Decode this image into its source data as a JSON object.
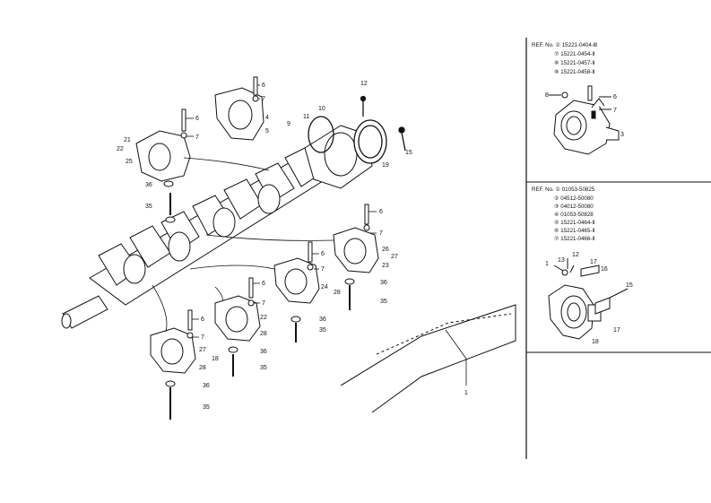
{
  "ref_box_top": {
    "lines": [
      "REF. No. ① 15221-0404-Ⅲ",
      "⑦ 15221-0454-Ⅱ",
      "⑧ 15221-0457-Ⅱ",
      "⑨ 15221-0458-Ⅱ"
    ]
  },
  "ref_box_bottom": {
    "lines": [
      "REF. No. ① 01053-50825",
      "② 04512-50080",
      "③ 04012-50080",
      "④ 01053-50828",
      "⑤ 15221-0464-Ⅱ",
      "⑥ 15221-0465-Ⅱ",
      "⑦ 15221-0466-Ⅱ"
    ]
  },
  "callouts": {
    "c6": "6",
    "c7": "7",
    "c8": "8",
    "c9": "9",
    "c10": "10",
    "c11": "11",
    "c12": "12",
    "c13": "13",
    "c15": "15",
    "c16": "16",
    "c17": "17",
    "c18": "18",
    "c19": "19",
    "c35": "35",
    "c36": "36",
    "c1": "1",
    "c3": "3",
    "c4": "4",
    "c5": "5",
    "c21": "21",
    "c22": "22",
    "c23": "23",
    "c24": "24",
    "c25": "25",
    "c26": "26",
    "c27": "27",
    "c28": "28"
  },
  "colors": {
    "ink": "#111111",
    "paper": "#ffffff"
  }
}
